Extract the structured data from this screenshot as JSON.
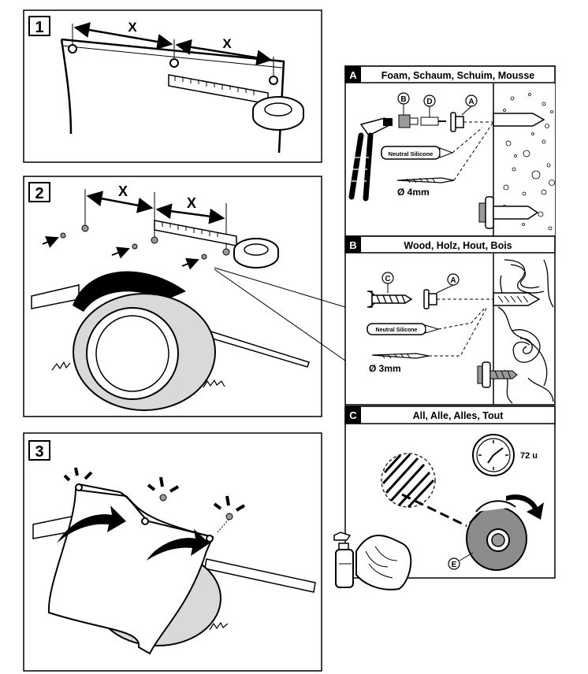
{
  "steps": [
    {
      "number": "1",
      "dim_label_left": "X",
      "dim_label_right": "X"
    },
    {
      "number": "2",
      "dim_label_left": "X",
      "dim_label_right": "X"
    },
    {
      "number": "3"
    }
  ],
  "panels": [
    {
      "letter": "A",
      "title": "Foam, Schaum, Schuim, Mousse",
      "callouts": [
        "B",
        "D",
        "A"
      ],
      "tube_label": "Neutral Silicone",
      "drill_label": "Ø 4mm"
    },
    {
      "letter": "B",
      "title": "Wood, Holz, Hout, Bois",
      "callouts": [
        "C",
        "A"
      ],
      "tube_label": "Neutral Silicone",
      "drill_label": "Ø 3mm"
    },
    {
      "letter": "C",
      "title": "All, Alle, Alles, Tout",
      "clock_label": "72 u",
      "callouts": [
        "E"
      ]
    }
  ],
  "colors": {
    "ink": "#000000",
    "paper": "#ffffff",
    "tire": "#d9d9d9",
    "fastener": "#9a9a9a",
    "cap": "#8c8c8c"
  }
}
